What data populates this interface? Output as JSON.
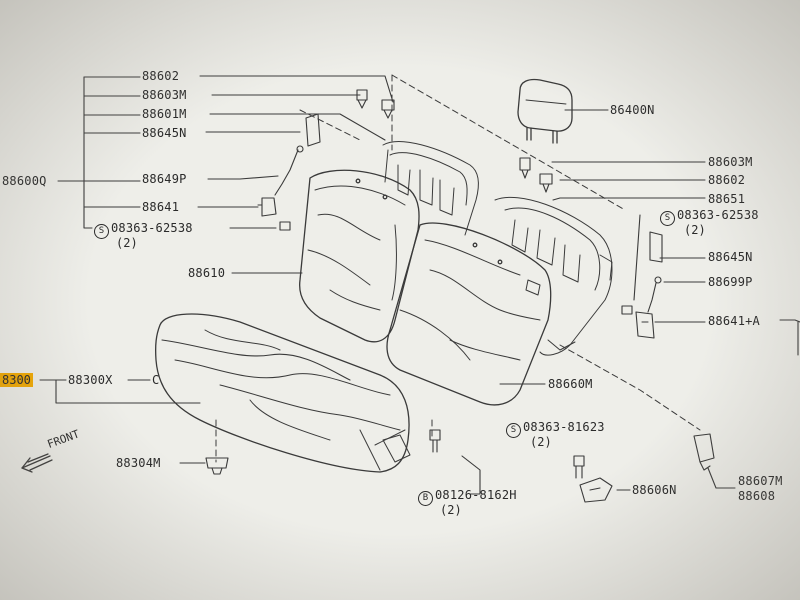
{
  "labels": {
    "p88602_top": "88602",
    "p88603M_top": "88603M",
    "p88601M": "88601M",
    "p88645N_left": "88645N",
    "p88600Q": "88600Q",
    "p88649P": "88649P",
    "p88641": "88641",
    "bolt_left_num": "08363-62538",
    "bolt_left_qty": "(2)",
    "p88610": "88610",
    "p88300_hl": "8300",
    "p88300X": "88300X",
    "p88300X_c": "C",
    "p88304M": "88304M",
    "front": "FRONT",
    "p86400N": "86400N",
    "p88603M_right": "88603M",
    "p88602_right": "88602",
    "p88651": "88651",
    "bolt_right_num": "08363-62538",
    "bolt_right_qty": "(2)",
    "p88645N_right": "88645N",
    "p88699P": "88699P",
    "p88641A": "88641+A",
    "p88660M": "88660M",
    "bolt_mid_num": "08363-81623",
    "bolt_mid_qty": "(2)",
    "p88606N": "88606N",
    "p88607M": "88607M",
    "p88608": "88608",
    "bolt_b_num": "08126-8162H",
    "bolt_b_qty": "(2)",
    "symbol_s": "S",
    "symbol_b": "B"
  },
  "colors": {
    "line": "#3a3a3a",
    "highlight": "#f2a900",
    "paper": "#eeeee9"
  }
}
